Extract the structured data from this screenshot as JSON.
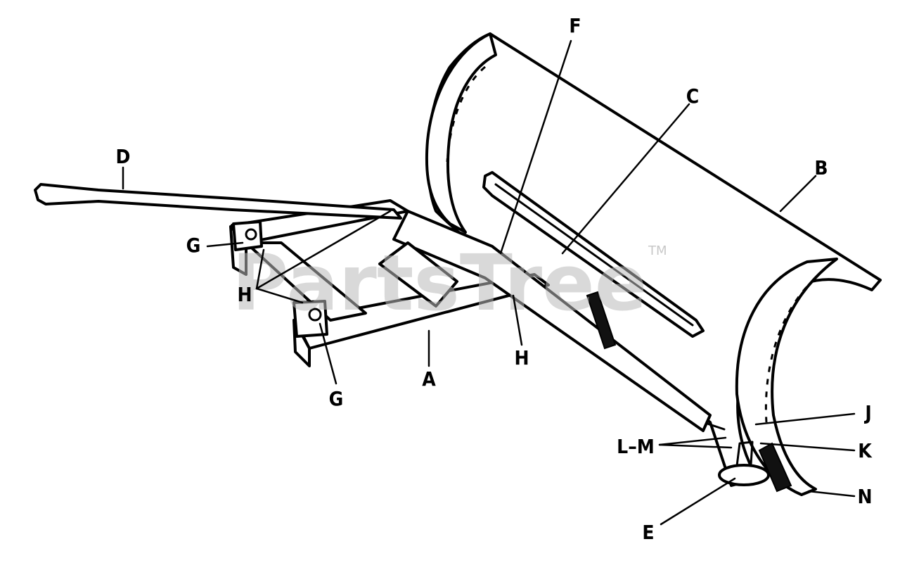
{
  "watermark": {
    "text": "PartsTree",
    "trademark": "TM"
  },
  "callouts": {
    "A": "A",
    "B": "B",
    "C": "C",
    "D": "D",
    "E": "E",
    "F": "F",
    "G1": "G",
    "G2": "G",
    "H1": "H",
    "H2": "H",
    "J": "J",
    "K": "K",
    "LM": "L–M",
    "N": "N"
  }
}
